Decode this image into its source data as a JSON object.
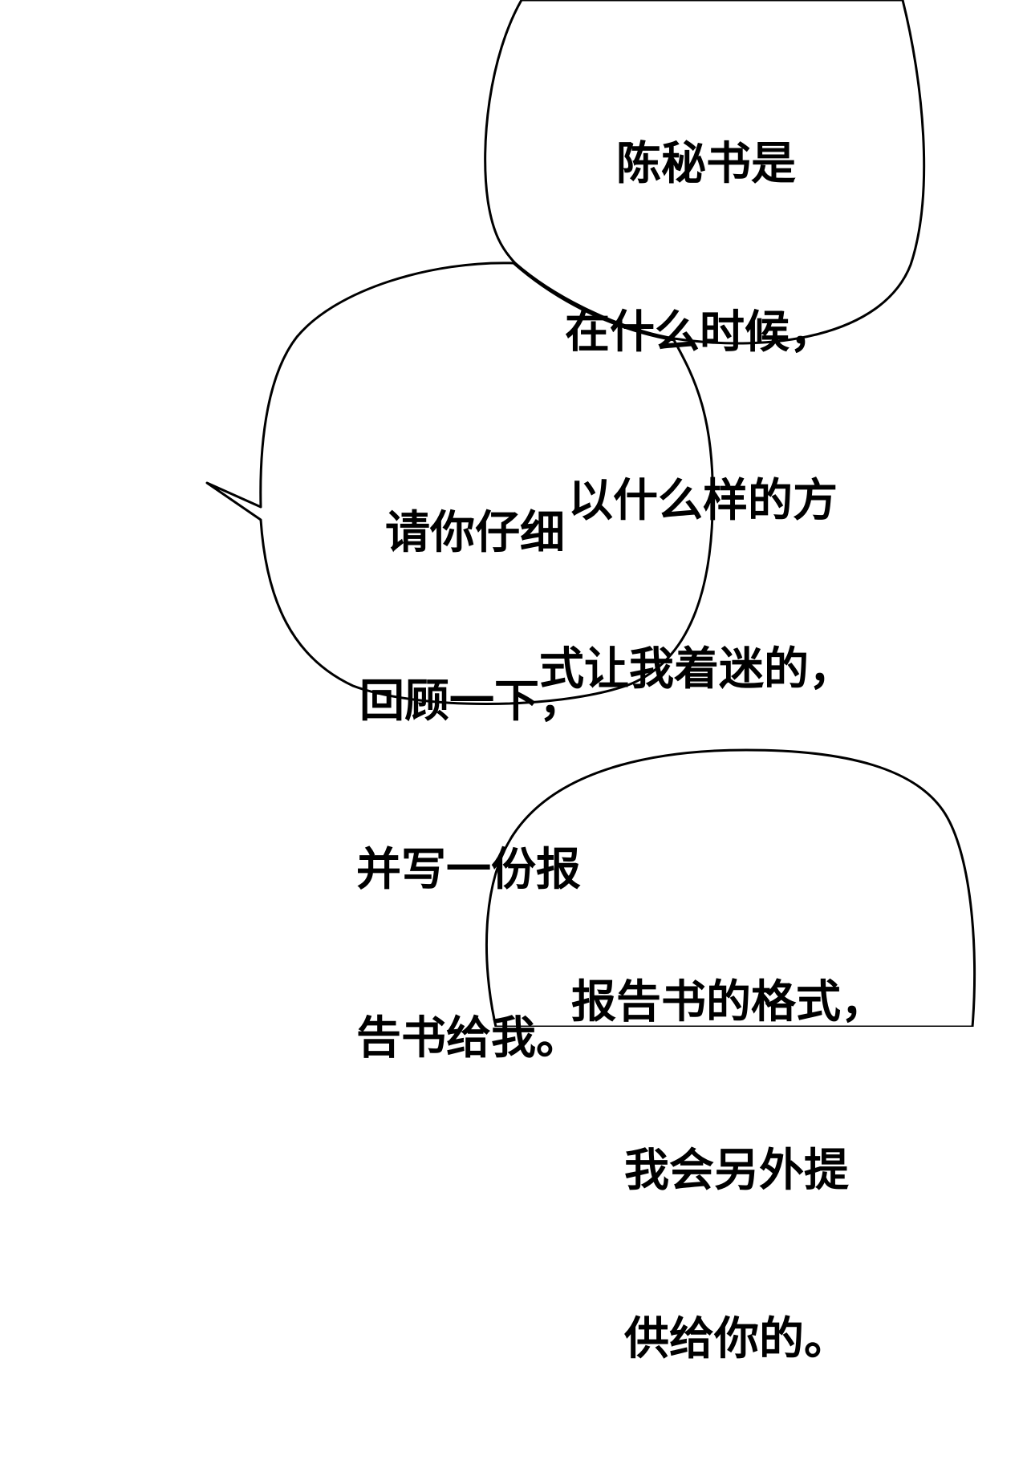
{
  "bubbles": [
    {
      "lines": [
        {
          "text": "陈秘书是",
          "indent": 108
        },
        {
          "text": "在什么时候，",
          "indent": 44
        },
        {
          "text": "以什么样的方",
          "indent": 48
        },
        {
          "text": "式让我着迷的，",
          "indent": 12
        }
      ]
    },
    {
      "lines": [
        {
          "text": "请你仔细",
          "indent": 40
        },
        {
          "text": "回顾一下，",
          "indent": 8
        },
        {
          "text": "并写一份报",
          "indent": 4
        },
        {
          "text": "告书给我。",
          "indent": 4
        }
      ]
    },
    {
      "lines": [
        {
          "text": "报告书的格式，",
          "indent": 12
        },
        {
          "text": "我会另外提",
          "indent": 78
        },
        {
          "text": "供给你的。",
          "indent": 78
        }
      ]
    }
  ],
  "colors": {
    "background": "#ffffff",
    "bubble_fill": "#ffffff",
    "bubble_stroke": "#000000",
    "text": "#000000"
  }
}
